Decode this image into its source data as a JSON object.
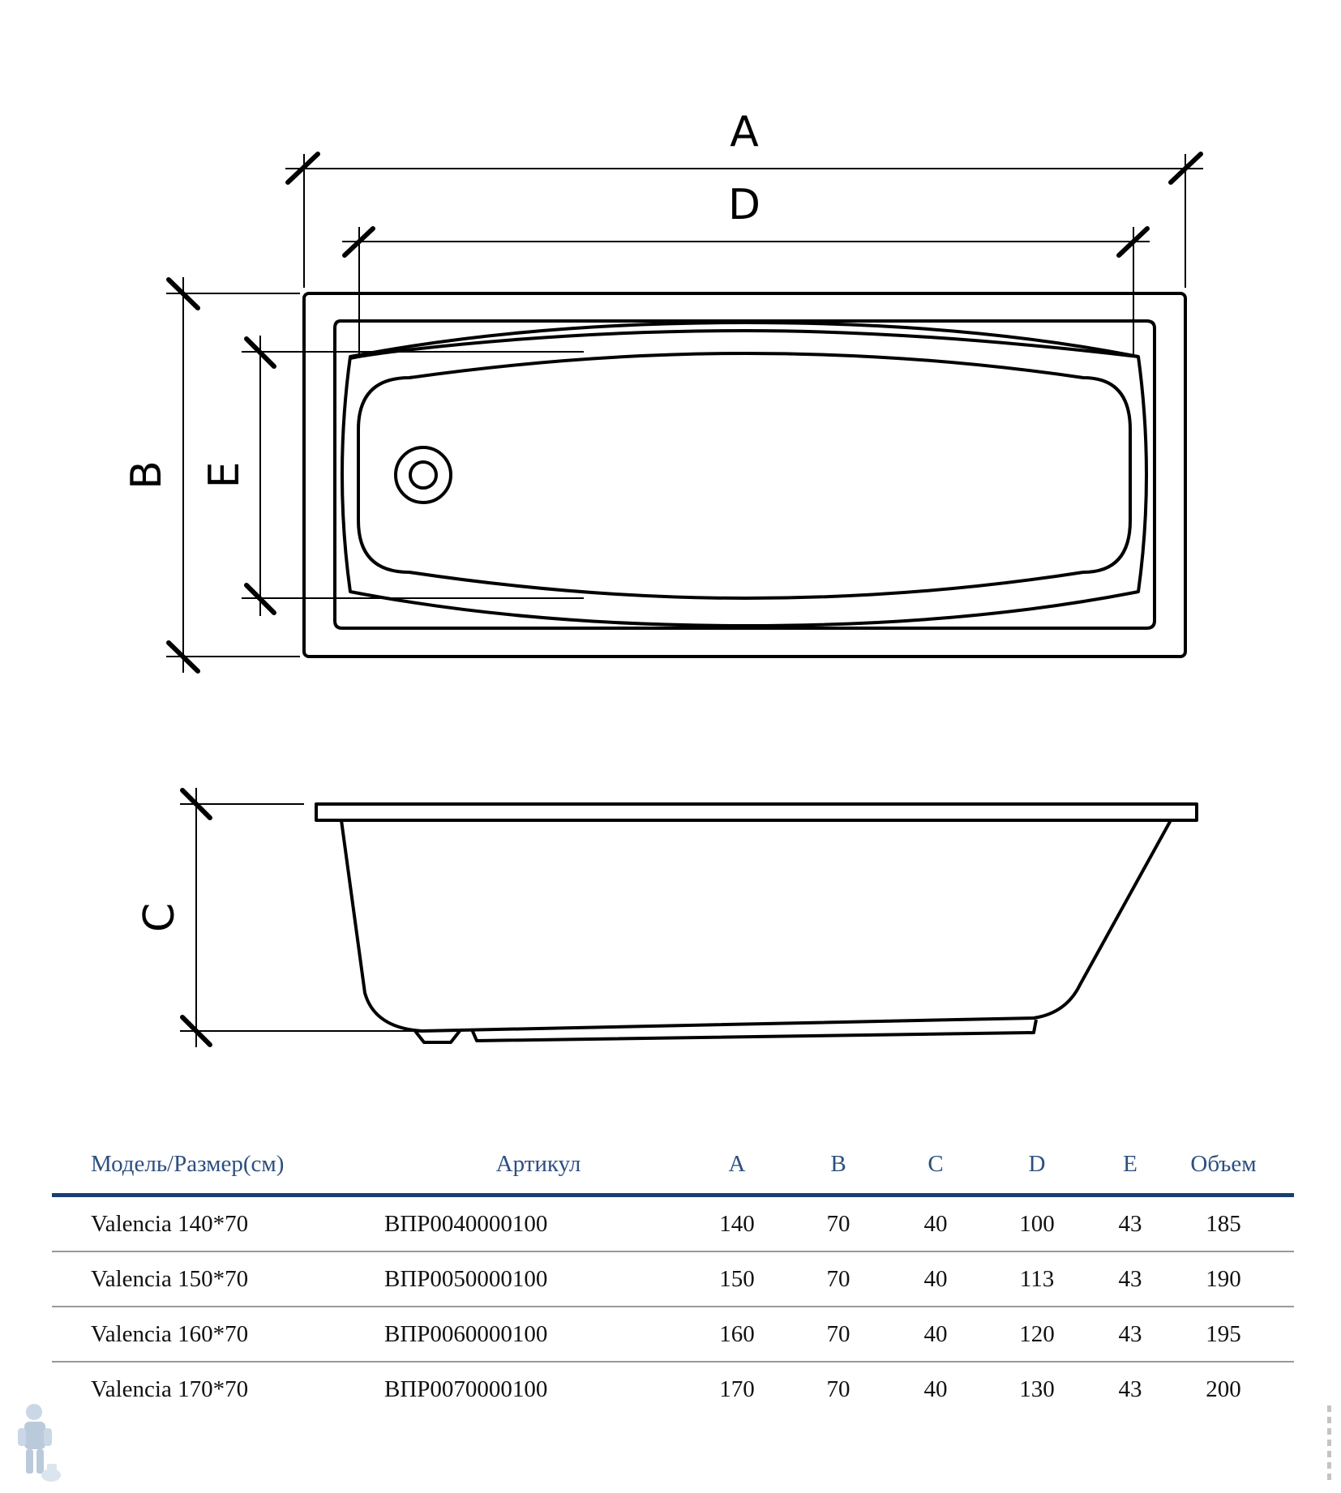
{
  "drawing": {
    "labels": {
      "a": "A",
      "b": "B",
      "c": "C",
      "d": "D",
      "e": "E"
    }
  },
  "table": {
    "headers": {
      "model": "Модель/Размер(см)",
      "article": "Артикул",
      "a": "A",
      "b": "B",
      "c": "C",
      "d": "D",
      "e": "E",
      "volume": "Объем"
    },
    "rows": [
      {
        "model": "Valencia 140*70",
        "article": "ВПР0040000100",
        "a": "140",
        "b": "70",
        "c": "40",
        "d": "100",
        "e": "43",
        "volume": "185"
      },
      {
        "model": "Valencia 150*70",
        "article": "ВПР0050000100",
        "a": "150",
        "b": "70",
        "c": "40",
        "d": "113",
        "e": "43",
        "volume": "190"
      },
      {
        "model": "Valencia 160*70",
        "article": "ВПР0060000100",
        "a": "160",
        "b": "70",
        "c": "40",
        "d": "120",
        "e": "43",
        "volume": "195"
      },
      {
        "model": "Valencia 170*70",
        "article": "ВПР0070000100",
        "a": "170",
        "b": "70",
        "c": "40",
        "d": "130",
        "e": "43",
        "volume": "200"
      }
    ]
  },
  "colors": {
    "header_text": "#2c4f80",
    "header_rule": "#1a3d73",
    "row_rule": "#999999"
  },
  "icons": {
    "logo": "plumber-mascot-icon"
  }
}
